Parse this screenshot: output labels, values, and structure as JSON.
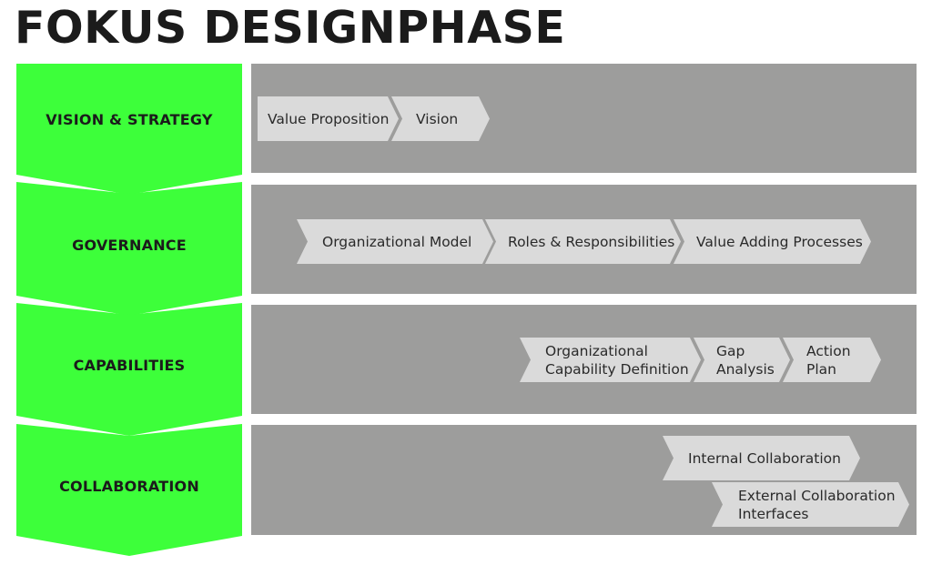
{
  "title": "FOKUS DESIGNPHASE",
  "rows": [
    {
      "label": "VISION & STRATEGY",
      "steps": [
        "Value Proposition",
        "Vision"
      ]
    },
    {
      "label": "GOVERNANCE",
      "steps": [
        "Organizational Model",
        "Roles & Responsibilities",
        "Value Adding Processes"
      ]
    },
    {
      "label": "CAPABILITIES",
      "steps": [
        "Organizational\nCapability Definition",
        "Gap\nAnalysis",
        "Action\nPlan"
      ]
    },
    {
      "label": "COLLABORATION",
      "steps": [
        "Internal Collaboration",
        "External Collaboration\nInterfaces"
      ]
    }
  ],
  "colors": {
    "chevron": "#3dff3a",
    "panel": "#9d9d9c",
    "step": "#dadada",
    "text": "#1b1b1b"
  }
}
